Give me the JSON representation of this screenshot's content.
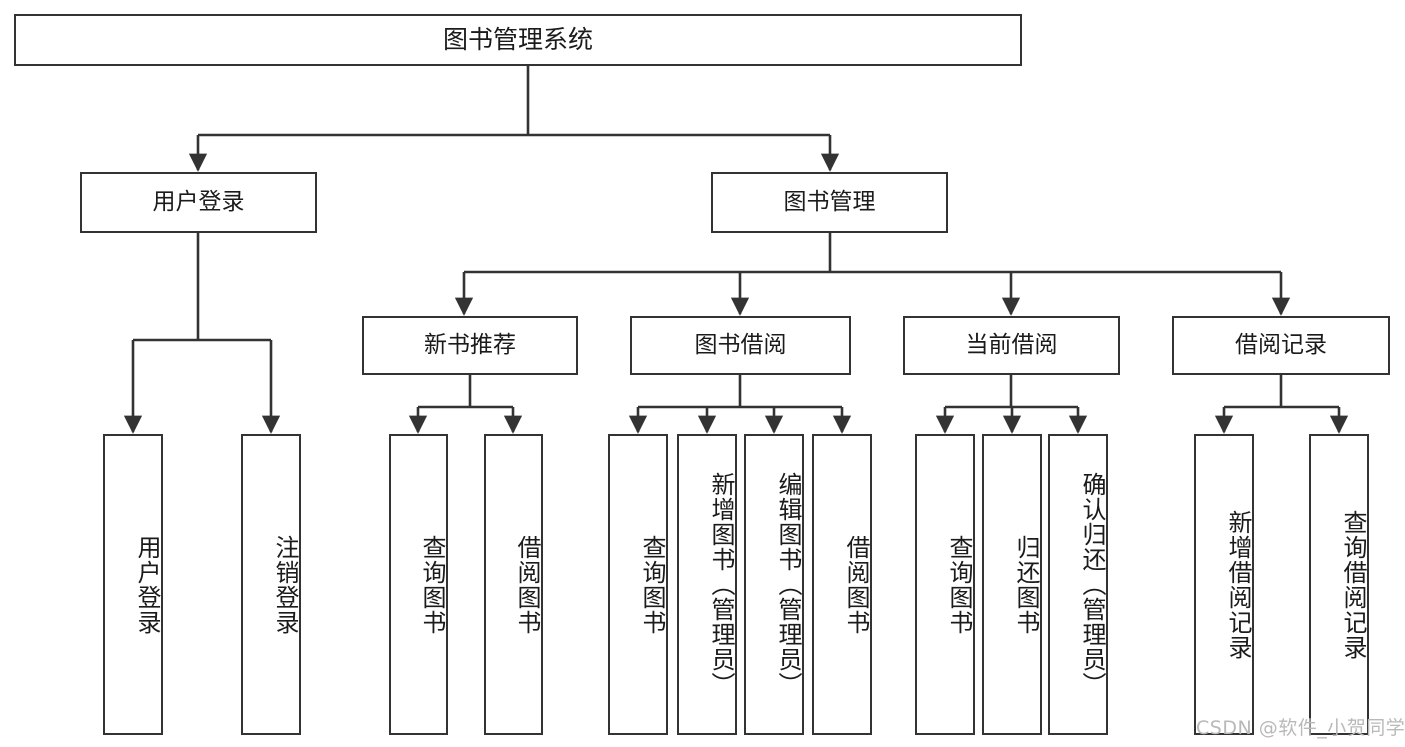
{
  "diagram": {
    "title": "图书管理系统",
    "type": "tree",
    "background_color": "#ffffff",
    "box_border_color": "#333333",
    "box_fill_color": "#ffffff",
    "text_color": "#1b1b1b",
    "connector_color": "#333333"
  },
  "nodes": {
    "root": {
      "label": "图书管理系统"
    },
    "level2": [
      {
        "id": "user-login",
        "label": "用户登录"
      },
      {
        "id": "book-manage",
        "label": "图书管理"
      }
    ],
    "level3": [
      {
        "id": "new-book-recommend",
        "label": "新书推荐",
        "parent": "book-manage"
      },
      {
        "id": "book-borrow",
        "label": "图书借阅",
        "parent": "book-manage"
      },
      {
        "id": "current-borrow",
        "label": "当前借阅",
        "parent": "book-manage"
      },
      {
        "id": "borrow-record",
        "label": "借阅记录",
        "parent": "book-manage"
      }
    ],
    "leaves": [
      {
        "id": "leaf-user-login",
        "label": "用户登录",
        "parent": "user-login"
      },
      {
        "id": "leaf-logout-login",
        "label": "注销登录",
        "parent": "user-login"
      },
      {
        "id": "leaf-query-book-1",
        "label": "查询图书",
        "parent": "new-book-recommend"
      },
      {
        "id": "leaf-borrow-book-1",
        "label": "借阅图书",
        "parent": "new-book-recommend"
      },
      {
        "id": "leaf-query-book-2",
        "label": "查询图书",
        "parent": "book-borrow"
      },
      {
        "id": "leaf-add-book",
        "label": "新增图书（管理员）",
        "parent": "book-borrow"
      },
      {
        "id": "leaf-edit-book",
        "label": "编辑图书（管理员）",
        "parent": "book-borrow"
      },
      {
        "id": "leaf-borrow-book-2",
        "label": "借阅图书",
        "parent": "book-borrow"
      },
      {
        "id": "leaf-query-book-3",
        "label": "查询图书",
        "parent": "current-borrow"
      },
      {
        "id": "leaf-return-book",
        "label": "归还图书",
        "parent": "current-borrow"
      },
      {
        "id": "leaf-confirm-return",
        "label": "确认归还（管理员）",
        "parent": "current-borrow"
      },
      {
        "id": "leaf-add-record",
        "label": "新增借阅记录",
        "parent": "borrow-record"
      },
      {
        "id": "leaf-query-record",
        "label": "查询借阅记录",
        "parent": "borrow-record"
      }
    ]
  },
  "watermark": {
    "text": "CSDN @软件_小贺同学"
  }
}
